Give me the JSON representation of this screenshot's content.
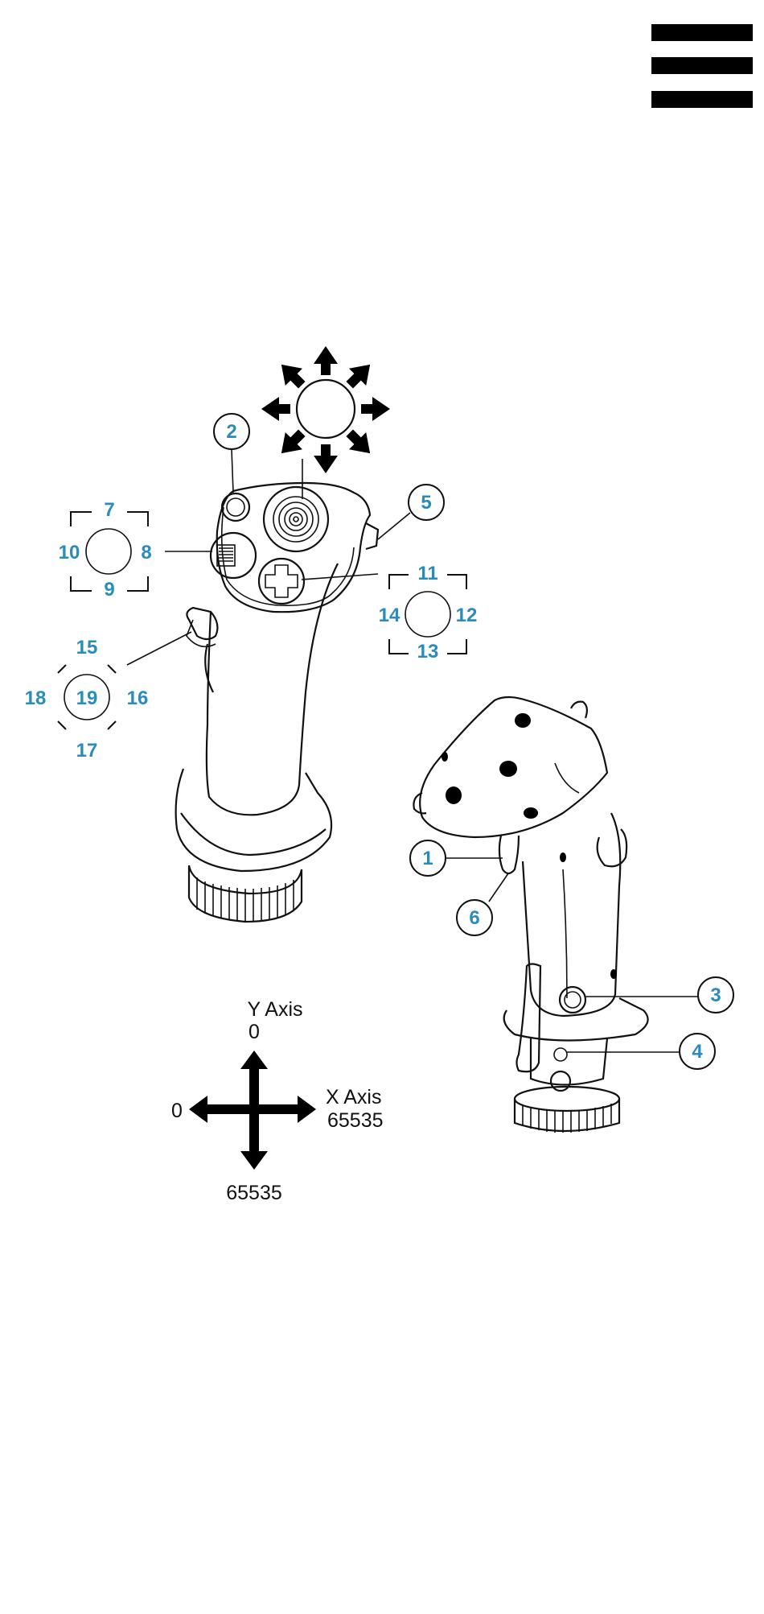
{
  "menu": {
    "icon": "hamburger-menu-icon"
  },
  "callouts": {
    "c1": "1",
    "c2": "2",
    "c3": "3",
    "c4": "4",
    "c5": "5",
    "c6": "6"
  },
  "hat_left": {
    "up": "7",
    "right": "8",
    "down": "9",
    "left": "10"
  },
  "hat_right": {
    "up": "11",
    "right": "12",
    "down": "13",
    "left": "14"
  },
  "hat_diamond": {
    "up": "15",
    "right": "16",
    "down": "17",
    "left": "18",
    "center": "19"
  },
  "axes": {
    "y_label": "Y Axis",
    "y_min": "0",
    "y_max": "65535",
    "x_label": "X Axis",
    "x_min": "0",
    "x_max": "65535"
  },
  "colors": {
    "label_blue": "#2a8bbd",
    "line": "#111111"
  }
}
